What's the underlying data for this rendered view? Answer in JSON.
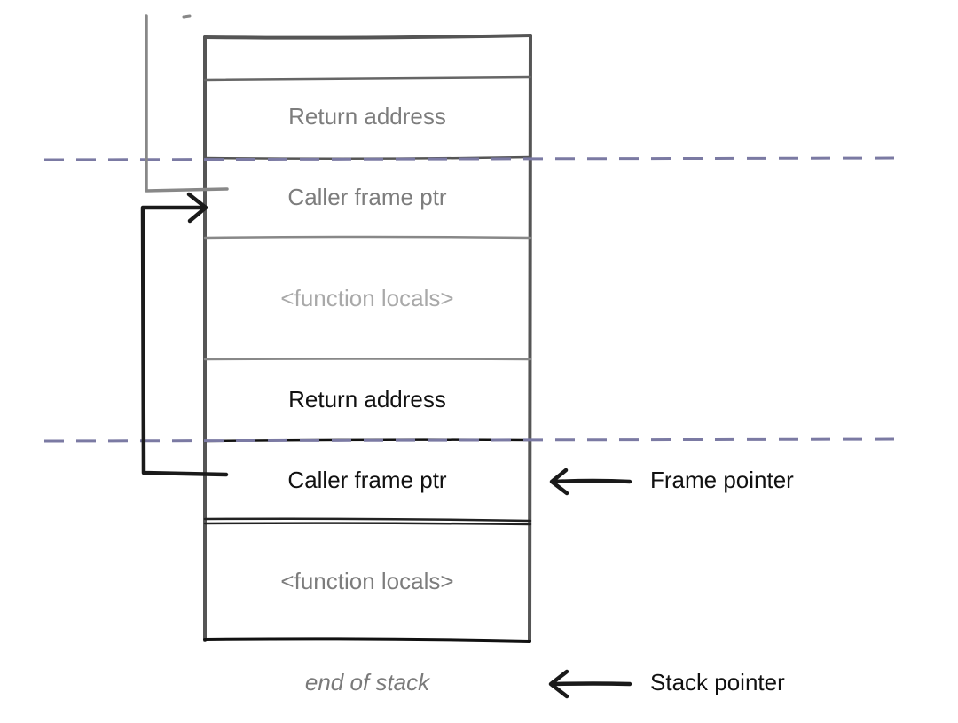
{
  "stack": {
    "cells": [
      {
        "label": "",
        "tone": "muted"
      },
      {
        "label": "Return address",
        "tone": "muted"
      },
      {
        "label": "Caller frame ptr",
        "tone": "muted"
      },
      {
        "label": "<function locals>",
        "tone": "faint"
      },
      {
        "label": "Return address",
        "tone": "dark"
      },
      {
        "label": "Caller frame ptr",
        "tone": "dark"
      },
      {
        "label": "<function locals>",
        "tone": "muted"
      }
    ],
    "end_label": "end of stack"
  },
  "pointers": {
    "frame_pointer": "Frame pointer",
    "stack_pointer": "Stack pointer"
  },
  "colors": {
    "frame_divider": "#7b7aa3",
    "outline": "#555555",
    "arrow": "#1a1a1a"
  }
}
